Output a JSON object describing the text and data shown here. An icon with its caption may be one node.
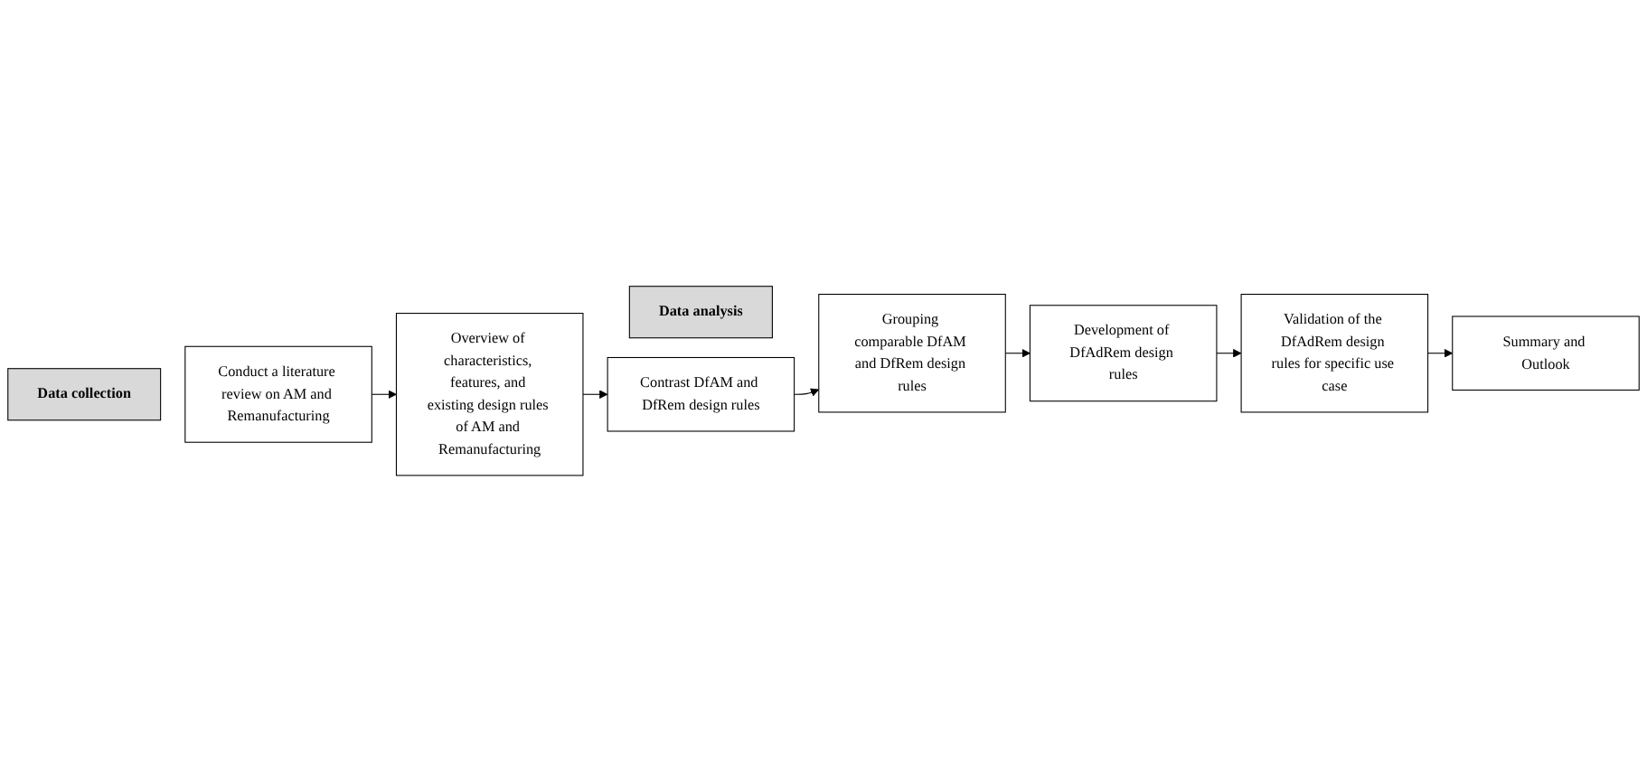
{
  "diagram": {
    "nodes": [
      {
        "text": [
          "Data collection"
        ]
      },
      {
        "text": [
          "Conduct a literature review on AM and Remanufacturing"
        ]
      },
      {
        "text": [
          "Overview of characteristics, features, and existing design rules of AM and Remanufacturing"
        ]
      },
      {
        "text": [
          "Contrast DfAM and DfRem design rules"
        ]
      },
      {
        "text": [
          "Data analysis"
        ]
      },
      {
        "text": [
          "Summary and Outlook"
        ]
      },
      {
        "text": [
          "Validation of the DfAdRem design rules for specific use case"
        ]
      },
      {
        "text": [
          "Development of DfAdRem design rules"
        ]
      },
      {
        "text": [
          "Grouping comparable DfAM and DfRem design rules"
        ]
      }
    ],
    "edges": [
      {
        "from": 1,
        "to": 2,
        "arrow": "to"
      },
      {
        "from": 2,
        "to": 3,
        "arrow": "to"
      },
      {
        "from": 3,
        "to": 8,
        "arrow": "to"
      },
      {
        "from": 8,
        "to": 7,
        "arrow": "to"
      },
      {
        "from": 7,
        "to": 6,
        "arrow": "to"
      },
      {
        "from": 6,
        "to": 5,
        "arrow": "to"
      }
    ]
  }
}
